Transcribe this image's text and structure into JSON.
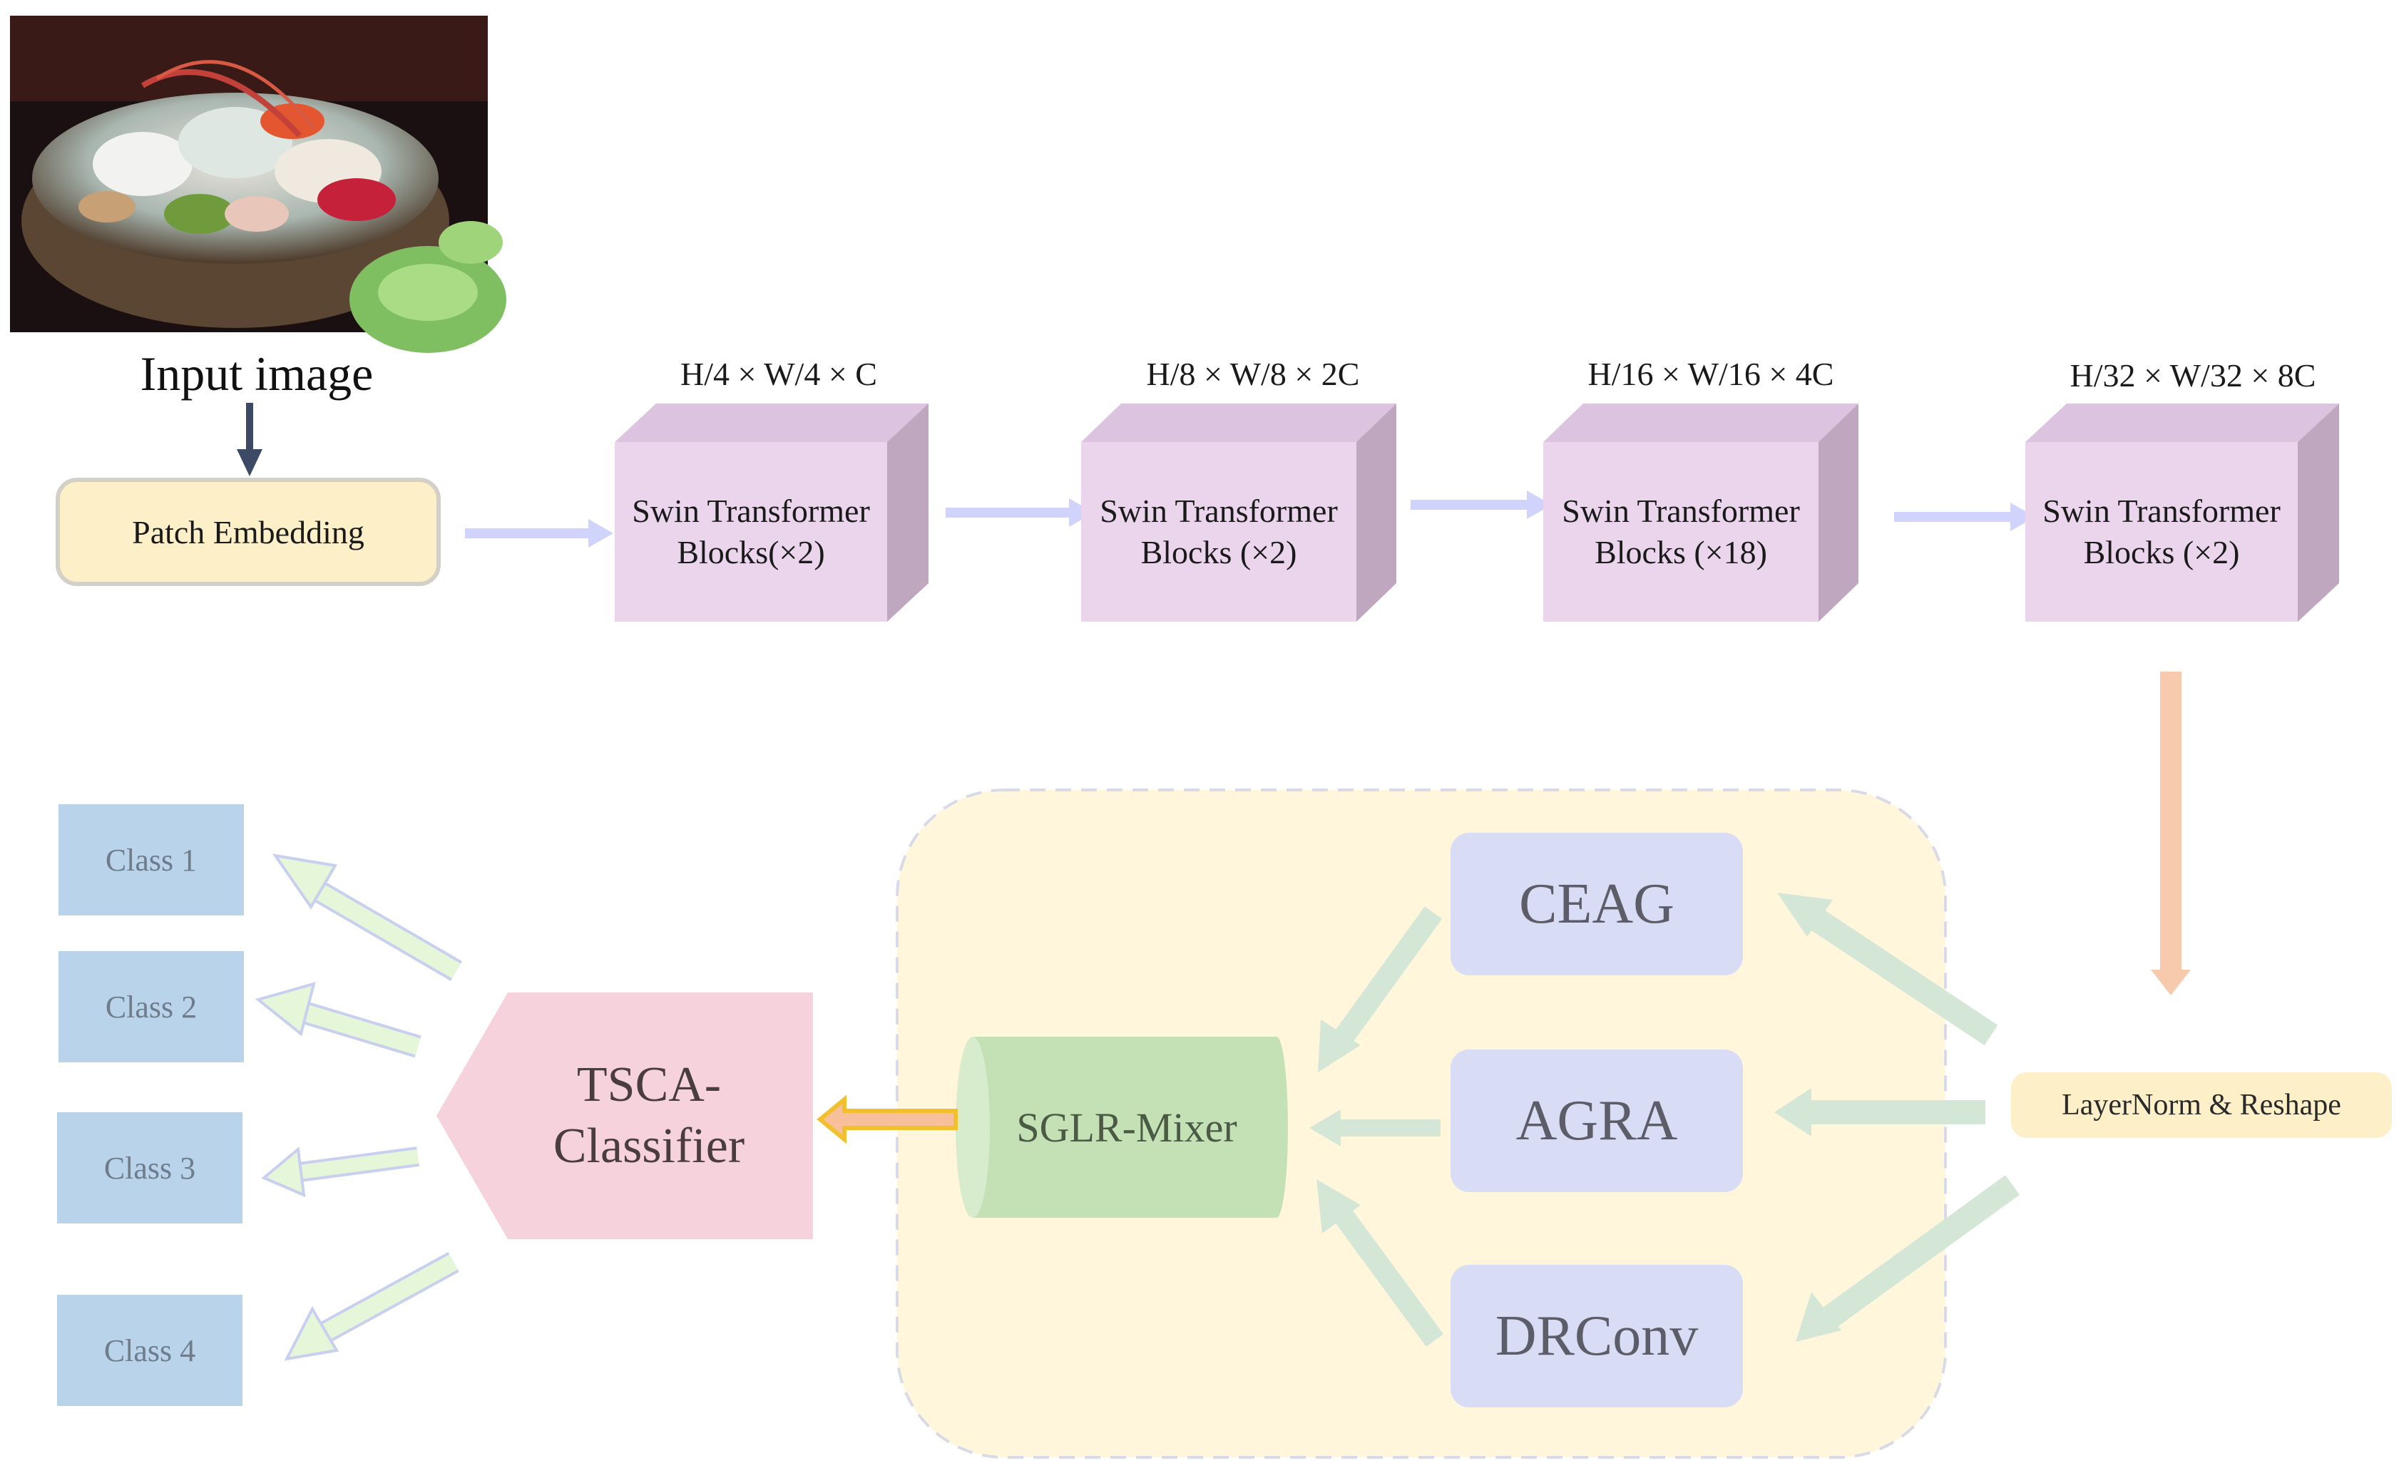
{
  "input": {
    "label": "Input image"
  },
  "patch_embedding": {
    "label": "Patch Embedding"
  },
  "stages": [
    {
      "dims": "H/4 × W/4 × C",
      "line1": "Swin Transformer",
      "line2": "Blocks(×2)"
    },
    {
      "dims": "H/8 × W/8 × 2C",
      "line1": "Swin Transformer",
      "line2": "Blocks (×2)"
    },
    {
      "dims": "H/16 × W/16 × 4C",
      "line1": "Swin Transformer",
      "line2": "Blocks (×18)"
    },
    {
      "dims": "H/32 × W/32 × 8C",
      "line1": "Swin Transformer",
      "line2": "Blocks (×2)"
    }
  ],
  "layernorm": {
    "label": "LayerNorm & Reshape"
  },
  "modules": {
    "ceag": "CEAG",
    "agra": "AGRA",
    "drconv": "DRConv"
  },
  "mixer": {
    "label": "SGLR-Mixer"
  },
  "classifier": {
    "line1": "TSCA-",
    "line2": "Classifier"
  },
  "classes": [
    "Class 1",
    "Class 2",
    "Class 3",
    "Class 4"
  ],
  "colors": {
    "cube_front": "#ead5ec",
    "cube_top": "#dcc3e0",
    "cube_side": "#bfa8bf",
    "stage_arrow": "#d0d3fb",
    "orange_arrow": "#f7c9ad",
    "green_arrow": "#d4e7d7",
    "class_arrow": "#e6f6d8",
    "mixer": "#c3e1b5",
    "classifier": "#f6d3dc",
    "container": "#fff6dc"
  }
}
